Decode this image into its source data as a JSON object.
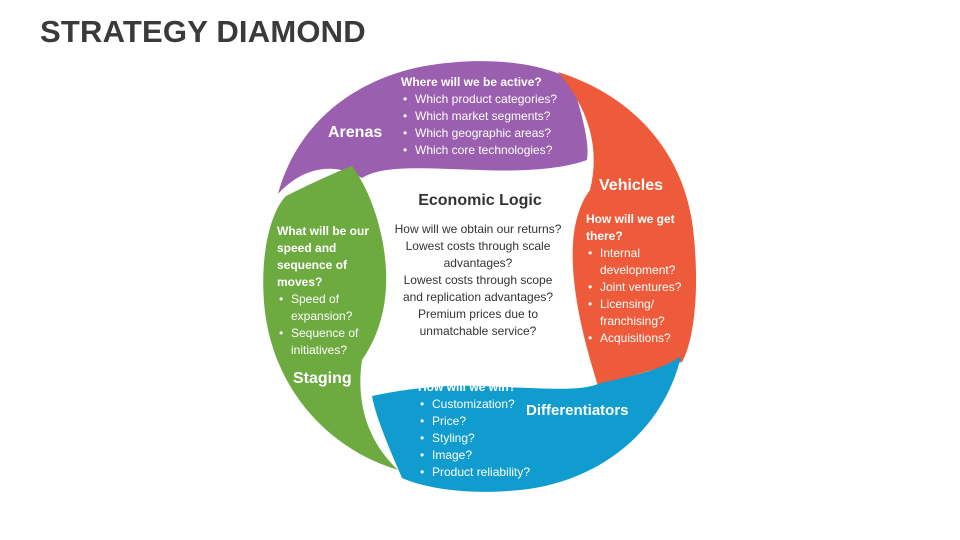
{
  "title": "STRATEGY DIAMOND",
  "colors": {
    "arenas": "#9A5FAE",
    "vehicles": "#EE5B3A",
    "differentiators": "#109CCE",
    "staging": "#6DAB41",
    "text_dark": "#333333"
  },
  "arenas": {
    "name": "Arenas",
    "question": "Where will we be active?",
    "items": [
      "Which product categories?",
      "Which market segments?",
      "Which geographic areas?",
      "Which core technologies?"
    ]
  },
  "vehicles": {
    "name": "Vehicles",
    "question": "How will we get there?",
    "items": [
      "Internal development?",
      "Joint ventures?",
      "Licensing/ franchising?",
      "Acquisitions?"
    ]
  },
  "differentiators": {
    "name": "Differentiators",
    "question": "How will we win?",
    "items": [
      "Customization?",
      "Price?",
      "Styling?",
      "Image?",
      "Product reliability?"
    ]
  },
  "staging": {
    "name": "Staging",
    "question": "What will be our speed and sequence of moves?",
    "items": [
      "Speed of expansion?",
      "Sequence of initiatives?"
    ]
  },
  "economic_logic": {
    "title": "Economic Logic",
    "lines": [
      "How will we obtain our returns?",
      "Lowest costs through scale advantages?",
      "Lowest costs through scope and replication advantages?",
      "Premium prices due to unmatchable service?"
    ]
  }
}
